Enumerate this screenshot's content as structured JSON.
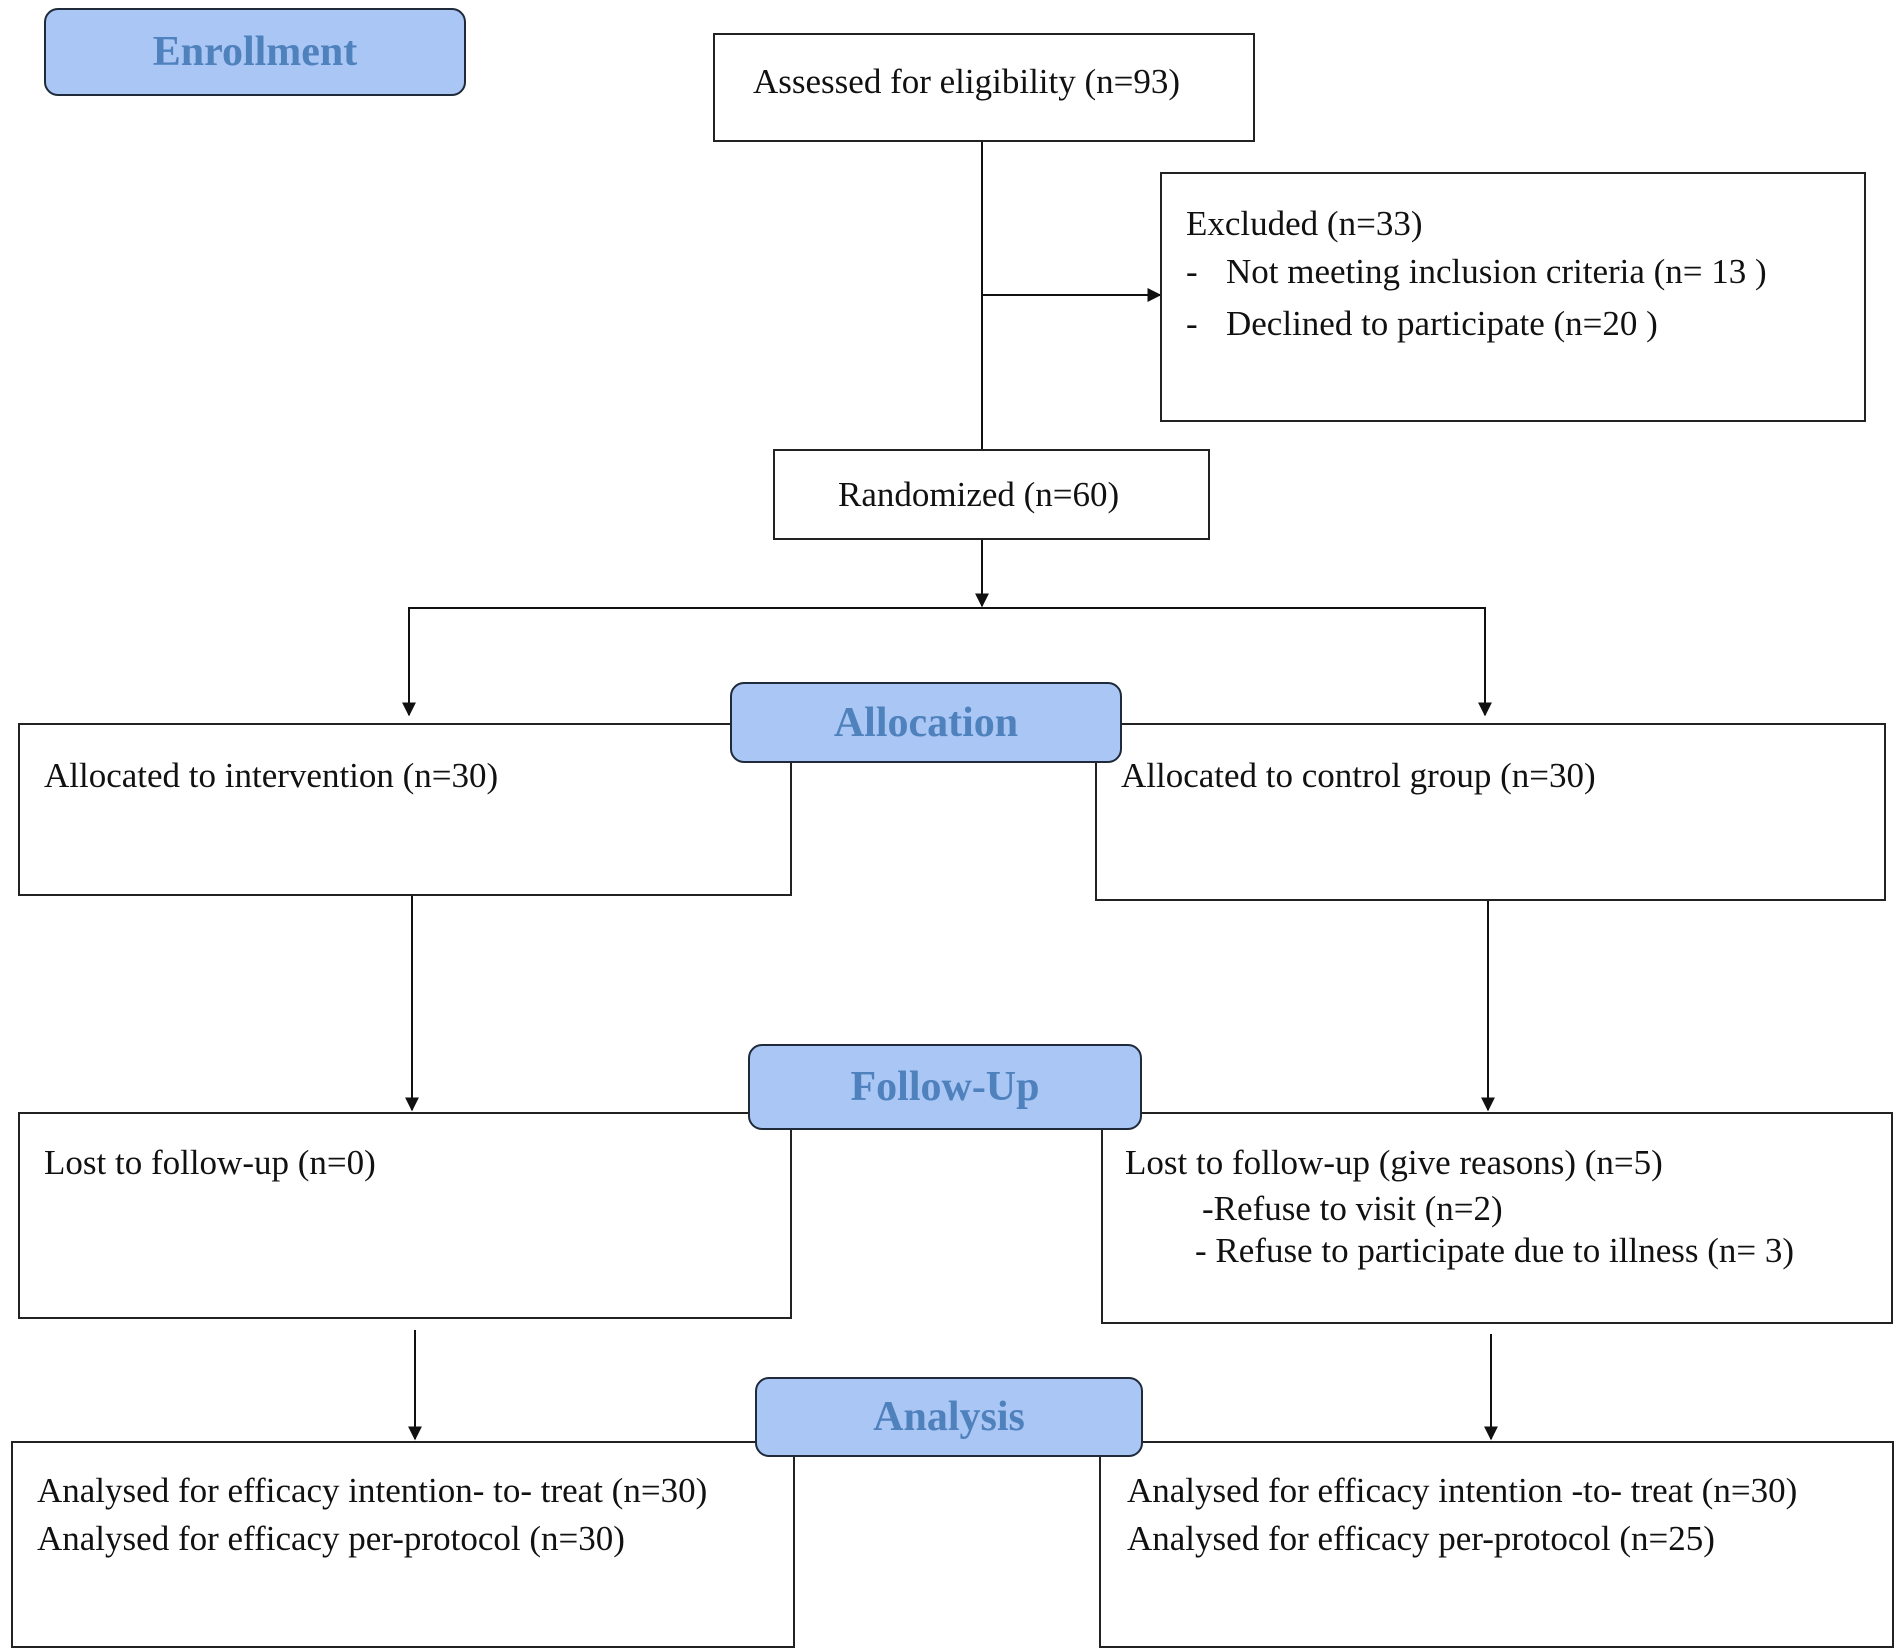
{
  "stages": {
    "enrollment": "Enrollment",
    "allocation": "Allocation",
    "follow_up": "Follow-Up",
    "analysis": "Analysis"
  },
  "enrollment": {
    "assessed": "Assessed for eligibility (n=93)",
    "excluded": {
      "title": "Excluded (n=33)",
      "items": [
        "Not meeting inclusion criteria (n= 13 )",
        "Declined to participate (n=20 )"
      ],
      "bullet": "-"
    },
    "randomized": "Randomized (n=60)"
  },
  "allocation": {
    "intervention": "Allocated to intervention (n=30)",
    "control": "Allocated to control group (n=30)"
  },
  "follow_up": {
    "intervention": "Lost to follow-up (n=0)",
    "control": {
      "title": "Lost to follow-up (give reasons) (n=5)",
      "items": [
        "-Refuse to visit (n=2)",
        "- Refuse to participate due to illness (n= 3)"
      ]
    }
  },
  "analysis": {
    "intervention": [
      "Analysed for efficacy intention- to- treat (n=30)",
      "Analysed for efficacy per-protocol (n=30)"
    ],
    "control": [
      "Analysed for efficacy intention -to- treat (n=30)",
      "Analysed for efficacy per-protocol (n=25)"
    ]
  }
}
